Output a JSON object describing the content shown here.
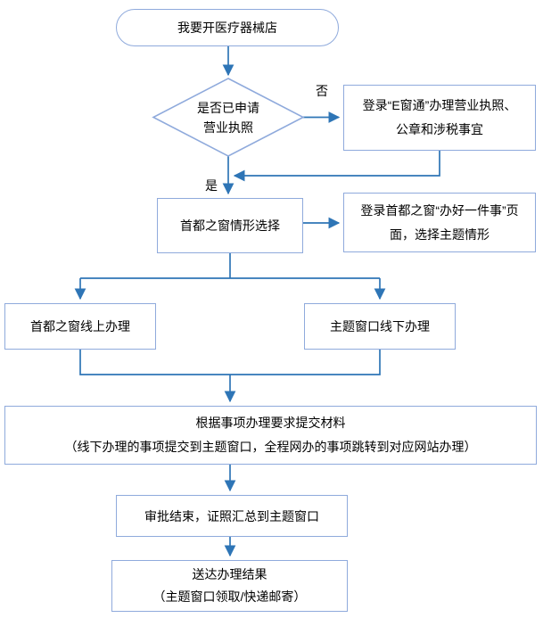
{
  "flow": {
    "colors": {
      "box_border": "#8FAADC",
      "connector": "#2E75B6",
      "text": "#000000",
      "background": "#FFFFFF"
    },
    "nodes": {
      "start": {
        "type": "terminator",
        "label": "我要开医疗器械店"
      },
      "decision_license": {
        "type": "decision",
        "lines": [
          "是否已申请",
          "营业执照"
        ]
      },
      "ewindow": {
        "type": "process",
        "lines": [
          "登录“E窗通”办理营业执照、",
          "公章和涉税事宜"
        ]
      },
      "scenario_select": {
        "type": "process",
        "label": "首都之窗情形选择"
      },
      "one_thing_page": {
        "type": "process",
        "lines": [
          "登录首都之窗“办好一件事”页",
          "面，选择主题情形"
        ]
      },
      "online": {
        "type": "process",
        "label": "首都之窗线上办理"
      },
      "offline": {
        "type": "process",
        "label": "主题窗口线下办理"
      },
      "submit_materials": {
        "type": "process",
        "lines": [
          "根据事项办理要求提交材料",
          "（线下办理的事项提交到主题窗口，全程网办的事项跳转到对应网站办理）"
        ]
      },
      "approval_done": {
        "type": "process",
        "label": "审批结束，证照汇总到主题窗口"
      },
      "deliver_result": {
        "type": "process",
        "lines": [
          "送达办理结果",
          "（主题窗口领取/快递邮寄）"
        ]
      }
    },
    "edge_labels": {
      "no": "否",
      "yes": "是"
    },
    "edges": [
      {
        "from": "start",
        "to": "decision_license"
      },
      {
        "from": "decision_license",
        "to": "ewindow",
        "label": "否"
      },
      {
        "from": "ewindow",
        "to": "scenario_select"
      },
      {
        "from": "decision_license",
        "to": "scenario_select",
        "label": "是"
      },
      {
        "from": "scenario_select",
        "to": "one_thing_page"
      },
      {
        "from": "scenario_select",
        "to": "online"
      },
      {
        "from": "scenario_select",
        "to": "offline"
      },
      {
        "from": "online",
        "to": "submit_materials"
      },
      {
        "from": "offline",
        "to": "submit_materials"
      },
      {
        "from": "submit_materials",
        "to": "approval_done"
      },
      {
        "from": "approval_done",
        "to": "deliver_result"
      }
    ]
  }
}
